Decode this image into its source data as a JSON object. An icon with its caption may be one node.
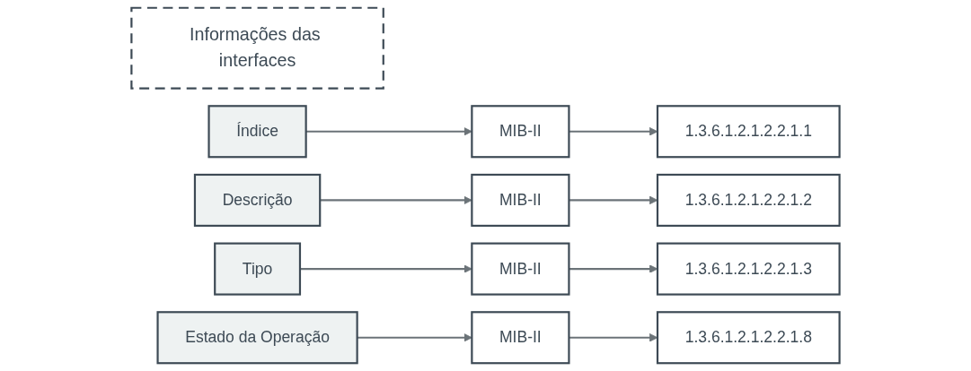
{
  "diagram": {
    "nodes": [
      {
        "text": [
          "Informações das interfaces"
        ]
      },
      {
        "text": [
          "Índice"
        ]
      },
      {
        "text": [
          "MIB-II"
        ]
      },
      {
        "text": [
          "1.3.6.1.2.1.2.2.1.1"
        ]
      },
      {
        "text": [
          "Descrição"
        ]
      },
      {
        "text": [
          "MIB-II"
        ]
      },
      {
        "text": [
          "1.3.6.1.2.1.2.2.1.2"
        ]
      },
      {
        "text": [
          "Tipo"
        ]
      },
      {
        "text": [
          "MIB-II"
        ]
      },
      {
        "text": [
          "1.3.6.1.2.1.2.2.1.3"
        ]
      },
      {
        "text": [
          "Estado da Operação"
        ]
      },
      {
        "text": [
          "MIB-II"
        ]
      },
      {
        "text": [
          "1.3.6.1.2.1.2.2.1.8"
        ]
      }
    ],
    "edges": [
      {
        "from": 1,
        "to": 2,
        "arrow": "to"
      },
      {
        "from": 2,
        "to": 3,
        "arrow": "to"
      },
      {
        "from": 4,
        "to": 5,
        "arrow": "to"
      },
      {
        "from": 5,
        "to": 6,
        "arrow": "to"
      },
      {
        "from": 7,
        "to": 8,
        "arrow": "to"
      },
      {
        "from": 8,
        "to": 9,
        "arrow": "to"
      },
      {
        "from": 10,
        "to": 11,
        "arrow": "to"
      },
      {
        "from": 11,
        "to": 12,
        "arrow": "to"
      }
    ]
  }
}
